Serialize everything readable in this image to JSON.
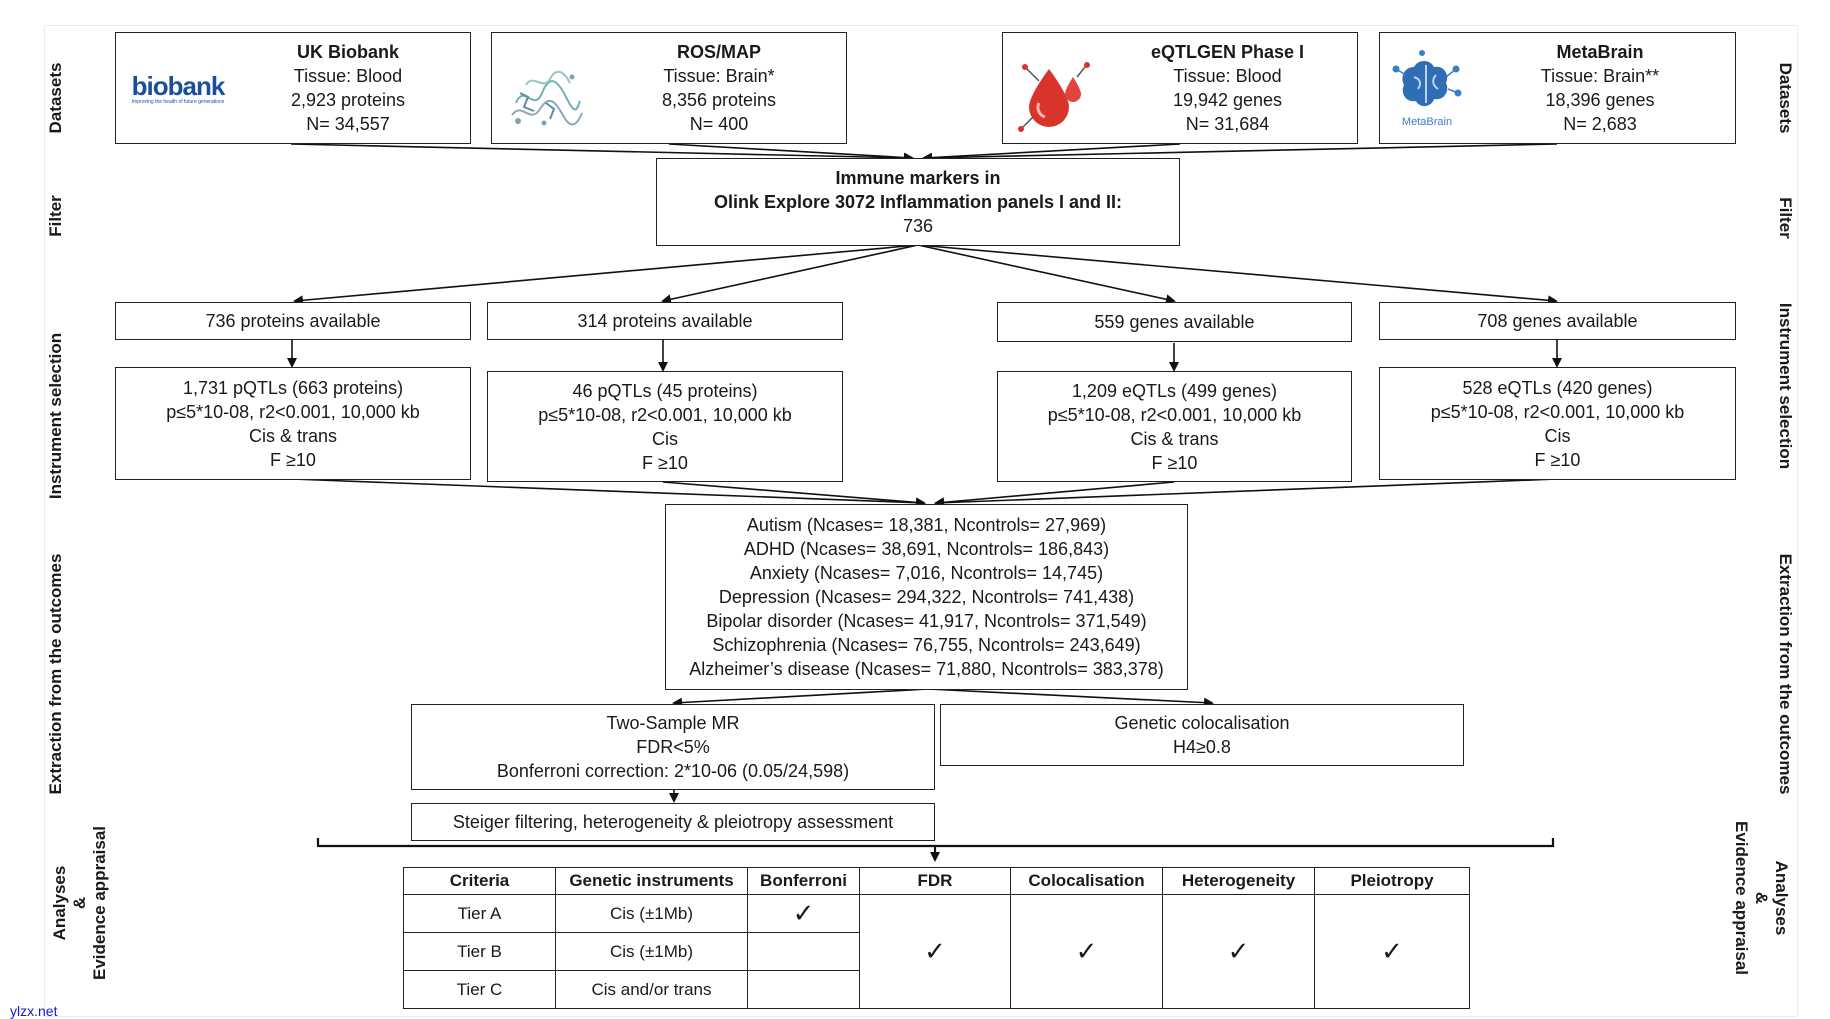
{
  "side_labels": {
    "left": {
      "datasets": [
        "Datasets"
      ],
      "filter": [
        "Filter"
      ],
      "instrument": [
        "Instrument selection"
      ],
      "extraction": [
        "Extraction from the outcomes"
      ],
      "analyses": [
        "Analyses",
        "&",
        "Evidence appraisal"
      ]
    },
    "right": {
      "datasets": [
        "Datasets"
      ],
      "filter": [
        "Filter"
      ],
      "instrument": [
        "Instrument selection"
      ],
      "extraction": [
        "Extraction from the outcomes"
      ],
      "analyses": [
        "Analyses",
        "&",
        "Evidence appraisal"
      ]
    }
  },
  "datasets": [
    {
      "title": "UK Biobank",
      "tissue": "Tissue: Blood",
      "count": "2,923 proteins",
      "n": "N= 34,557",
      "logo_text": "biobank",
      "logo_sub": "Improving the health of future generations",
      "icon": "biobank-logo"
    },
    {
      "title": "ROS/MAP",
      "tissue": "Tissue: Brain*",
      "count": "8,356 proteins",
      "n": "N= 400",
      "icon": "protein-structure-icon"
    },
    {
      "title": "eQTLGEN Phase I",
      "tissue": "Tissue: Blood",
      "count": "19,942 genes",
      "n": "N= 31,684",
      "icon": "blood-drop-icon"
    },
    {
      "title": "MetaBrain",
      "tissue": "Tissue: Brain**",
      "count": "18,396 genes",
      "n": "N= 2,683",
      "logo_text": "MetaBrain",
      "icon": "brain-network-icon"
    }
  ],
  "filter": {
    "line1": "Immune markers in",
    "line2": "Olink Explore 3072 Inflammation panels I and II:",
    "line3": "736"
  },
  "available": [
    "736 proteins available",
    "314 proteins available",
    "559 genes available",
    "708 genes available"
  ],
  "instruments": [
    {
      "l1": "1,731 pQTLs (663 proteins)",
      "l2": "p≤5*10-08, r2<0.001, 10,000 kb",
      "l3": "Cis & trans",
      "l4": "F ≥10"
    },
    {
      "l1": "46 pQTLs (45 proteins)",
      "l2": "p≤5*10-08, r2<0.001, 10,000 kb",
      "l3": "Cis",
      "l4": "F ≥10"
    },
    {
      "l1": "1,209 eQTLs (499 genes)",
      "l2": "p≤5*10-08, r2<0.001, 10,000 kb",
      "l3": "Cis & trans",
      "l4": "F ≥10"
    },
    {
      "l1": "528 eQTLs (420 genes)",
      "l2": "p≤5*10-08, r2<0.001, 10,000 kb",
      "l3": "Cis",
      "l4": "F ≥10"
    }
  ],
  "outcomes": [
    "Autism (Ncases= 18,381, Ncontrols= 27,969)",
    "ADHD (Ncases= 38,691, Ncontrols= 186,843)",
    "Anxiety (Ncases= 7,016, Ncontrols= 14,745)",
    "Depression (Ncases= 294,322, Ncontrols= 741,438)",
    "Bipolar disorder (Ncases= 41,917, Ncontrols= 371,549)",
    "Schizophrenia (Ncases= 76,755, Ncontrols= 243,649)",
    "Alzheimer’s disease (Ncases= 71,880, Ncontrols= 383,378)"
  ],
  "mr": {
    "l1": "Two-Sample MR",
    "l2": "FDR<5%",
    "l3": "Bonferroni correction: 2*10-06 (0.05/24,598)"
  },
  "coloc": {
    "l1": "Genetic colocalisation",
    "l2": "H4≥0.8"
  },
  "steiger": "Steiger filtering, heterogeneity & pleiotropy assessment",
  "table": {
    "headers": [
      "Criteria",
      "Genetic instruments",
      "Bonferroni",
      "FDR",
      "Colocalisation",
      "Heterogeneity",
      "Pleiotropy"
    ],
    "rows": [
      {
        "tier": "Tier A",
        "instruments": "Cis (±1Mb)",
        "bonferroni": "✓"
      },
      {
        "tier": "Tier B",
        "instruments": "Cis (±1Mb)",
        "bonferroni": ""
      },
      {
        "tier": "Tier C",
        "instruments": "Cis and/or trans",
        "bonferroni": ""
      }
    ],
    "shared_checks": {
      "fdr": "✓",
      "colocalisation": "✓",
      "heterogeneity": "✓",
      "pleiotropy": "✓"
    }
  },
  "watermark": "ylzx.net",
  "colors": {
    "blood": "#d9342b",
    "biobank": "#1b4f9c",
    "brain": "#2f6db5",
    "node": "#3a7fc4"
  }
}
